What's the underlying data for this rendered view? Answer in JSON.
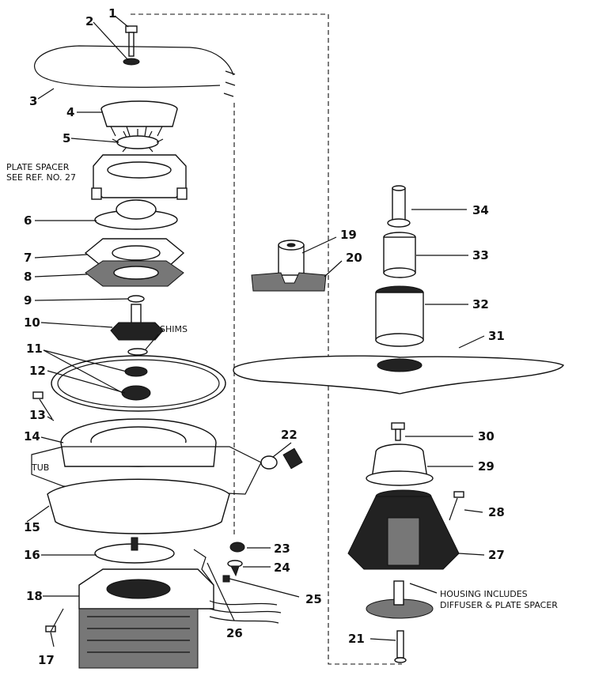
{
  "labels": {
    "n1": "1",
    "n2": "2",
    "n3": "3",
    "n4": "4",
    "n5": "5",
    "n6": "6",
    "n7": "7",
    "n8": "8",
    "n9": "9",
    "n10": "10",
    "n11": "11",
    "n12": "12",
    "n13": "13",
    "n14": "14",
    "n15": "15",
    "n16": "16",
    "n17": "17",
    "n18": "18",
    "n19": "19",
    "n20": "20",
    "n21": "21",
    "n22": "22",
    "n23": "23",
    "n24": "24",
    "n25": "25",
    "n26": "26",
    "n27": "27",
    "n28": "28",
    "n29": "29",
    "n30": "30",
    "n31": "31",
    "n32": "32",
    "n33": "33",
    "n34": "34"
  },
  "notes": {
    "plate_spacer_1": "PLATE SPACER",
    "plate_spacer_2": "SEE REF. NO. 27",
    "shims": "SHIMS",
    "tub": "TUB",
    "housing_1": "HOUSING INCLUDES",
    "housing_2": "DIFFUSER & PLATE SPACER"
  }
}
